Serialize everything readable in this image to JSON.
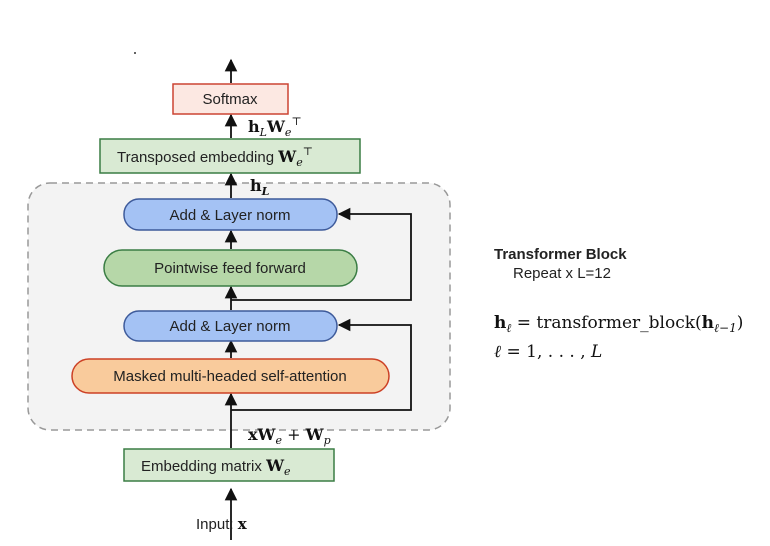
{
  "diagram": {
    "softmax": "Softmax",
    "top_output": {
      "base": "h",
      "sub": "L",
      "mid": "W",
      "sub2": "e",
      "sup": "⊤"
    },
    "transposed": {
      "text": "Transposed embedding ",
      "base": "W",
      "sub": "e",
      "sup": "⊤"
    },
    "hL": {
      "base": "h",
      "sub": "L"
    },
    "add_norm_top": "Add & Layer norm",
    "ffn": "Pointwise feed forward",
    "add_norm_bottom": "Add & Layer norm",
    "attention": "Masked multi-headed self-attention",
    "embed_sum": {
      "x": "x",
      "w1": "W",
      "s1": "e",
      "plus": " + ",
      "w2": "W",
      "s2": "p"
    },
    "embedding": {
      "text": "Embedding matrix ",
      "base": "W",
      "sub": "e"
    },
    "input": {
      "text": "Input: ",
      "base": "x"
    }
  },
  "side": {
    "title": "Transformer Block",
    "repeat": "Repeat x L=12",
    "eq1": {
      "h": "h",
      "l": "ℓ",
      "eq": " = transformer_block(",
      "h2": "h",
      "sub2": "ℓ−1",
      "close": ")"
    },
    "eq2": {
      "l": "ℓ",
      "rest": " = 1, . . . , ",
      "L": "L"
    }
  },
  "colors": {
    "softmax_fill": "#fce8e2",
    "softmax_stroke": "#cc4433",
    "green_fill": "#d9ead3",
    "green_stroke": "#3a7d44",
    "ffn_fill": "#b6d7a8",
    "blue_fill": "#a4c2f4",
    "blue_stroke": "#3d5a9a",
    "orange_fill": "#f9cb9c",
    "orange_stroke": "#cc4125",
    "block_fill": "#f3f3f3",
    "block_stroke": "#999999"
  }
}
